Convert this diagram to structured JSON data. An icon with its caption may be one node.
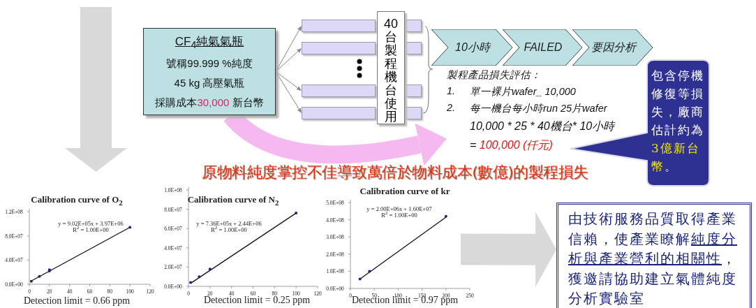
{
  "diagram": {
    "nodes": [
      {
        "text": [
          "CF$_{4}$純氣氣瓶",
          "號稱99.999 %純度",
          "45 kg 高壓氣瓶",
          "採購成本**30,000** 新台幣"
        ]
      },
      {
        "text": [],
        "shape": "bar"
      },
      {
        "text": [],
        "shape": "bar"
      },
      {
        "text": [],
        "shape": "bar"
      },
      {
        "text": [],
        "shape": "bar"
      },
      {
        "text": [
          "40台製程機台使用"
        ]
      },
      {
        "text": [
          "10小時"
        ]
      },
      {
        "text": [
          "FAILED"
        ]
      },
      {
        "text": [
          "要因分析"
        ]
      },
      {
        "text": [
          "製程產品損失評估：",
          "1.",
          "單一裸片wafer_ 10,000",
          "2.",
          "每一機台每小時run 25片wafer",
          "10,000 * 25 * 40機台* 10小時",
          "= **100,000 (仟元)**"
        ]
      },
      {
        "text": [
          "包含停機修復等損失，廠商估計約為**3億新台幣**。"
        ]
      },
      {
        "text": [
          "由技術服務品質取得產業信賴，使產業瞭解**純度分析與產業營利的相關性**，獲邀請協助建立氣體純度分析實驗室"
        ]
      }
    ],
    "edges": [
      {
        "from": 0,
        "to": 1,
        "arrow": "to"
      },
      {
        "from": 0,
        "to": 2,
        "arrow": "to"
      },
      {
        "from": 0,
        "to": 3,
        "arrow": "to"
      },
      {
        "from": 0,
        "to": 4,
        "arrow": "to"
      },
      {
        "from": 0,
        "to": 9,
        "arrow": "to",
        "style": "thick",
        "color": "#f5b8ef"
      },
      {
        "from": null,
        "to": 11,
        "arrow": "to",
        "style": "thick",
        "color": "#d9d9d9"
      }
    ],
    "labels": [
      "原物料純度掌控不佳導致萬倍於物料成本(數億)的製程損失",
      "Calibration curve of O$_{2}$",
      "y = 9.02E+05x + 3.97E+06",
      "R$^{2}$ = 1.00E+00",
      "0.0E+00",
      "4.0E+07",
      "8.0E+07",
      "1.2E+08",
      "0",
      "20",
      "40",
      "60",
      "80",
      "100",
      "120",
      "Detection limit = 0.66 ppm",
      "Calibration curve of N$_{2}$",
      "y = 7.36E+05x + 2.44E+06",
      "R$^{2}$ = 1.00E+00",
      "0.0E+00",
      "2.0E+07",
      "4.0E+07",
      "6.0E+07",
      "8.0E+07",
      "1.0E+08",
      "0",
      "20",
      "40",
      "60",
      "80",
      "100",
      "120",
      "Detection limit = 0.25 ppm",
      "Calibration curve of kr",
      "y = 2.00E+06x + 1.60E+07",
      "R$^{2}$ = 1.00E+00",
      "0.0E+00",
      "1.0E+08",
      "2.0E+08",
      "3.0E+08",
      "4.0E+08",
      "5.0E+08",
      "0",
      "50",
      "100",
      "150",
      "200",
      "250",
      "Detection limit = 0.97 ppm"
    ]
  }
}
